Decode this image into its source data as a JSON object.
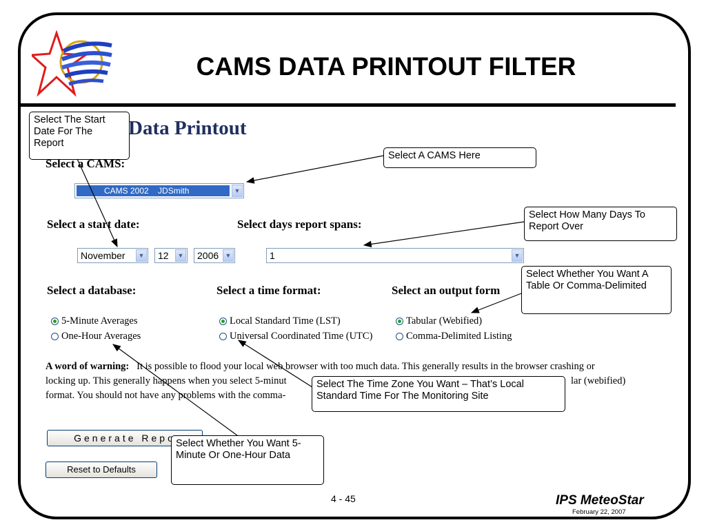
{
  "slide": {
    "title": "CAMS DATA PRINTOUT FILTER",
    "page_number": "4 - 45",
    "brand": "IPS MeteoStar",
    "date": "February 22, 2007"
  },
  "form": {
    "page_heading": "Data Printout",
    "cams_label": "Select a CAMS:",
    "cams_selected": "CAMS 2002    JDSmith",
    "start_date_label": "Select a start date:",
    "month": "November",
    "day": "12",
    "year": "2006",
    "days_span_label": "Select days report spans:",
    "days_span_value": "1",
    "database_label": "Select a database:",
    "database_options": [
      "5-Minute Averages",
      "One-Hour Averages"
    ],
    "time_format_label": "Select a time format:",
    "time_format_options": [
      "Local Standard Time (LST)",
      "Universal Coordinated Time (UTC)"
    ],
    "output_format_label": "Select an output form",
    "output_format_options": [
      "Tabular (Webified)",
      "Comma-Delimited Listing"
    ],
    "warning_heading": "A word of warning:",
    "warning_line1": "It is possible to flood your local web browser with too much data.   This generally results in the browser crashing or",
    "warning_line2a": "locking up.  This generally happens when you select 5-minut",
    "warning_line2b": "lar (webified)",
    "warning_line3": "format.  You should not have any problems with the comma-",
    "generate_label": "Generate Repo",
    "reset_label": "Reset to Defaults"
  },
  "callouts": {
    "start_date": "Select The Start Date For The Report",
    "cams": "Select A CAMS Here",
    "days": "Select How Many Days To Report Over",
    "output": "Select Whether You Want A Table Or Comma-Delimited",
    "time_zone": "Select The Time Zone You Want – That’s Local Standard Time For The Monitoring Site",
    "database": "Select Whether You Want 5-Minute Or One-Hour Data"
  },
  "colors": {
    "heading": "#1f2f5f",
    "selected_option_bg": "#316ac5",
    "radio_checked": "#21a121"
  }
}
